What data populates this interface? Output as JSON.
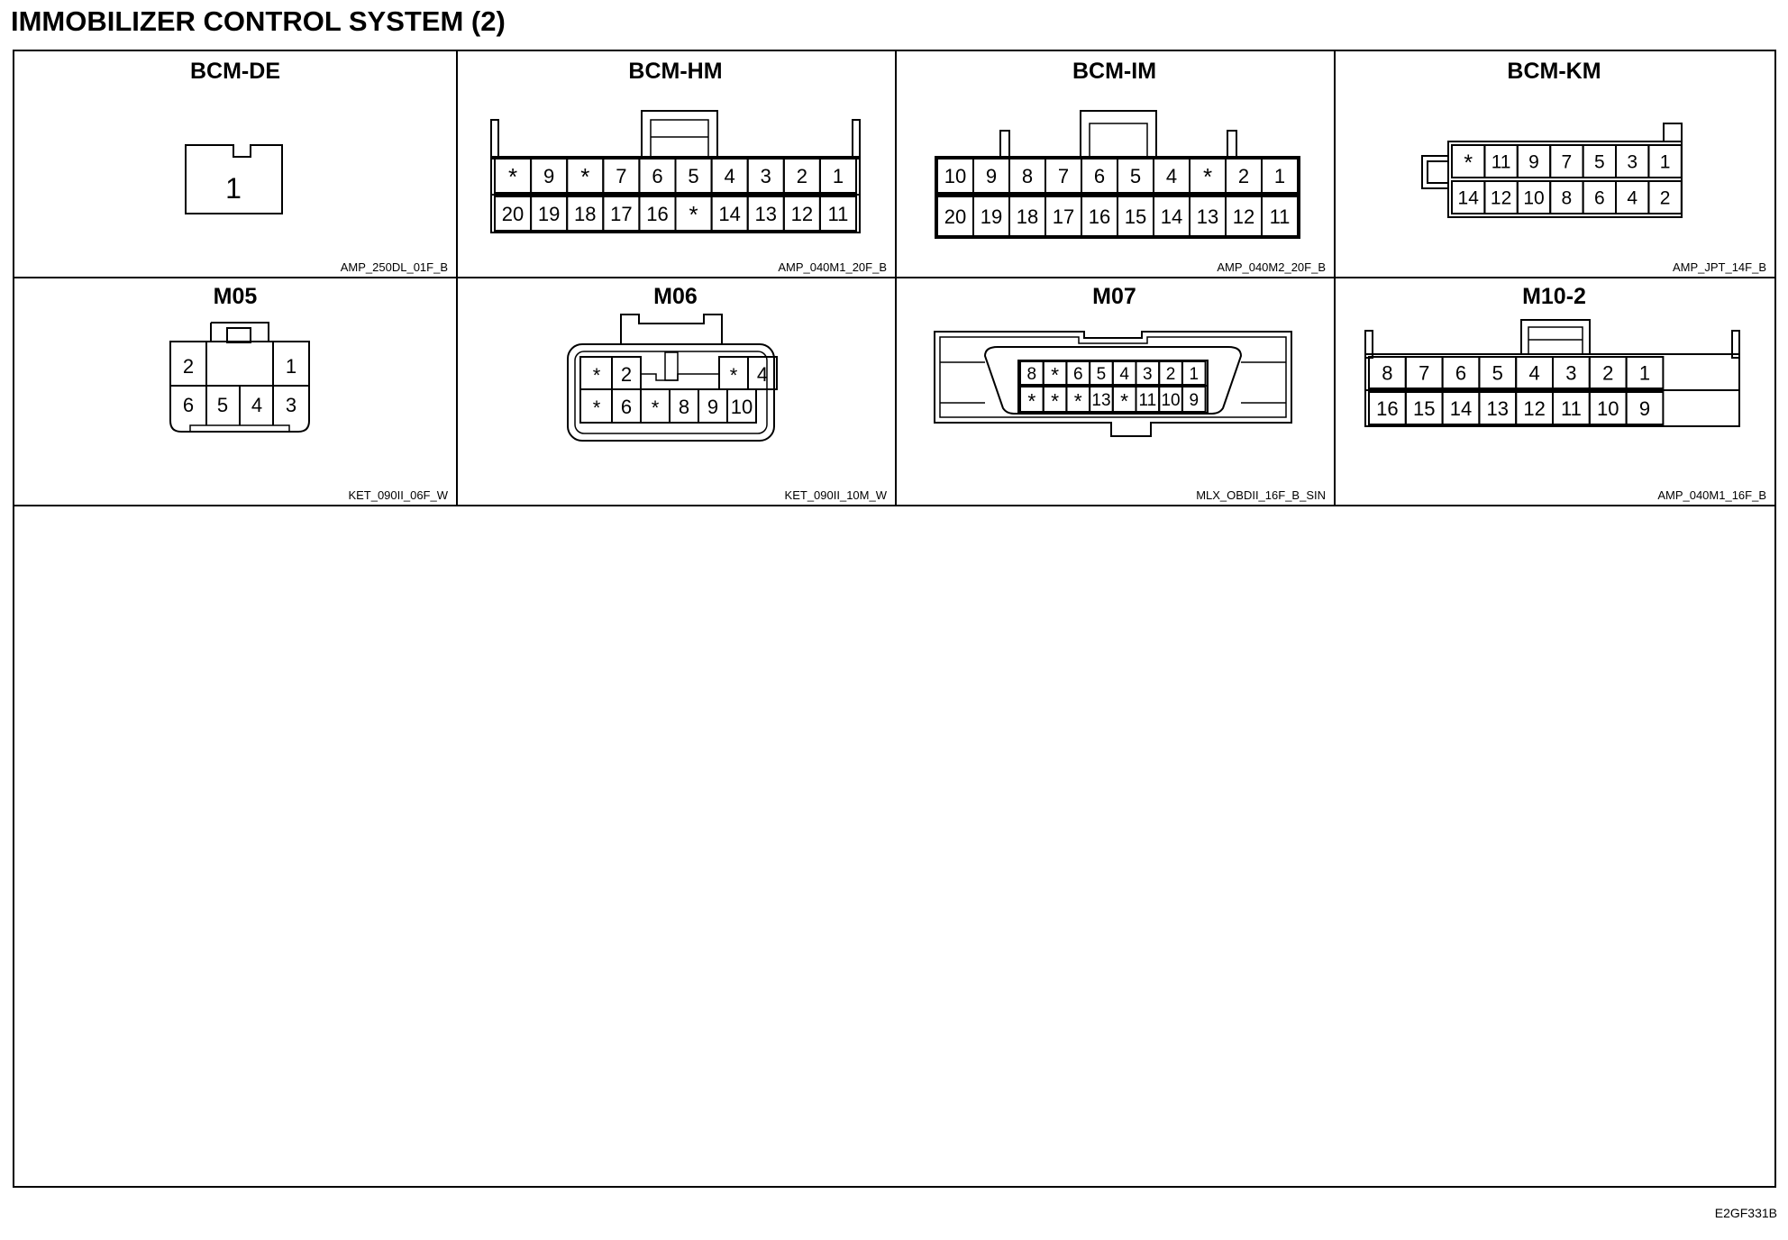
{
  "page": {
    "title": "IMMOBILIZER CONTROL SYSTEM (2)",
    "figure_id": "E2GF331B"
  },
  "connectors": [
    {
      "name": "BCM-DE",
      "code": "AMP_250DL_01F_B",
      "rows": [
        [
          "1"
        ]
      ]
    },
    {
      "name": "BCM-HM",
      "code": "AMP_040M1_20F_B",
      "rows": [
        [
          "*",
          "9",
          "*",
          "7",
          "6",
          "5",
          "4",
          "3",
          "2",
          "1"
        ],
        [
          "20",
          "19",
          "18",
          "17",
          "16",
          "*",
          "14",
          "13",
          "12",
          "11"
        ]
      ]
    },
    {
      "name": "BCM-IM",
      "code": "AMP_040M2_20F_B",
      "rows": [
        [
          "10",
          "9",
          "8",
          "7",
          "6",
          "5",
          "4",
          "*",
          "2",
          "1"
        ],
        [
          "20",
          "19",
          "18",
          "17",
          "16",
          "15",
          "14",
          "13",
          "12",
          "11"
        ]
      ]
    },
    {
      "name": "BCM-KM",
      "code": "AMP_JPT_14F_B",
      "rows": [
        [
          "*",
          "11",
          "9",
          "7",
          "5",
          "3",
          "1"
        ],
        [
          "14",
          "12",
          "10",
          "8",
          "6",
          "4",
          "2"
        ]
      ]
    },
    {
      "name": "M05",
      "code": "KET_090II_06F_W",
      "rows": [
        [
          "2",
          "1"
        ],
        [
          "6",
          "5",
          "4",
          "3"
        ]
      ]
    },
    {
      "name": "M06",
      "code": "KET_090II_10M_W",
      "rows": [
        [
          "*",
          "2",
          "*",
          "4"
        ],
        [
          "*",
          "6",
          "*",
          "8",
          "9",
          "10"
        ]
      ]
    },
    {
      "name": "M07",
      "code": "MLX_OBDII_16F_B_SIN",
      "rows": [
        [
          "8",
          "*",
          "6",
          "5",
          "4",
          "3",
          "2",
          "1"
        ],
        [
          "*",
          "*",
          "*",
          "13",
          "*",
          "11",
          "10",
          "9"
        ]
      ]
    },
    {
      "name": "M10-2",
      "code": "AMP_040M1_16F_B",
      "rows": [
        [
          "8",
          "7",
          "6",
          "5",
          "4",
          "3",
          "2",
          "1"
        ],
        [
          "16",
          "15",
          "14",
          "13",
          "12",
          "11",
          "10",
          "9"
        ]
      ]
    }
  ]
}
